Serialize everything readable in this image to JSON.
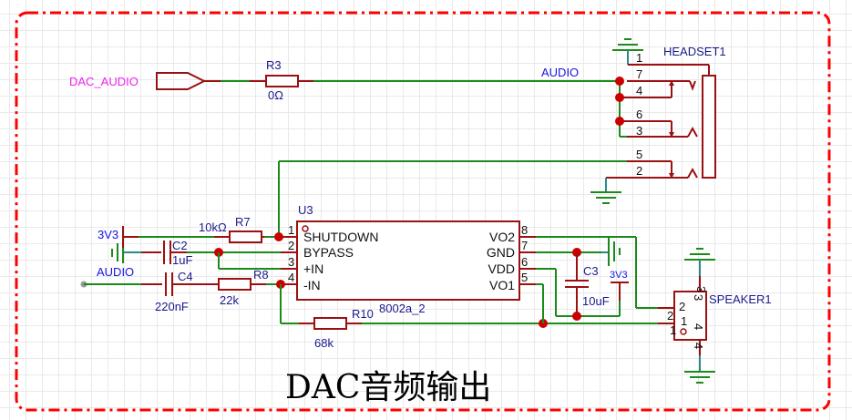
{
  "title": "DAC音频输出",
  "colors": {
    "border": "#ff0000",
    "wire": "#1a8a1a",
    "component": "#9b1010",
    "junction": "#cc0000",
    "net_label": "#1414e6",
    "port_label": "#ee22ee",
    "designator": "#1a1a8c"
  },
  "ports": {
    "dac_audio": "DAC_AUDIO"
  },
  "net_labels": {
    "audio_top": "AUDIO",
    "audio_left": "AUDIO",
    "vcc_left": "3V3",
    "vcc_right": "3V3"
  },
  "components": {
    "r3": {
      "designator": "R3",
      "value": "0Ω"
    },
    "r7": {
      "designator": "R7",
      "value": "10kΩ"
    },
    "r8": {
      "designator": "R8",
      "value": "22k"
    },
    "r10": {
      "designator": "R10",
      "value": "68k"
    },
    "c2": {
      "designator": "C2",
      "value": "1uF"
    },
    "c3": {
      "designator": "C3",
      "value": "10uF"
    },
    "c4": {
      "designator": "C4",
      "value": "220nF"
    },
    "u3": {
      "designator": "U3",
      "part": "8002a_2",
      "left_pins": [
        {
          "num": "1",
          "name": "SHUTDOWN"
        },
        {
          "num": "2",
          "name": "BYPASS"
        },
        {
          "num": "3",
          "name": "+IN"
        },
        {
          "num": "4",
          "name": "-IN"
        }
      ],
      "right_pins": [
        {
          "num": "8",
          "name": "VO2"
        },
        {
          "num": "7",
          "name": "GND"
        },
        {
          "num": "6",
          "name": "VDD"
        },
        {
          "num": "5",
          "name": "VO1"
        }
      ]
    },
    "headset1": {
      "designator": "HEADSET1",
      "pins": [
        "1",
        "7",
        "4",
        "6",
        "3",
        "5",
        "2"
      ]
    },
    "speaker1": {
      "designator": "SPEAKER1",
      "outer_pins": [
        "3",
        "2",
        "1",
        "4"
      ],
      "inner_pins": [
        "2",
        "3",
        "1",
        "4"
      ]
    }
  }
}
